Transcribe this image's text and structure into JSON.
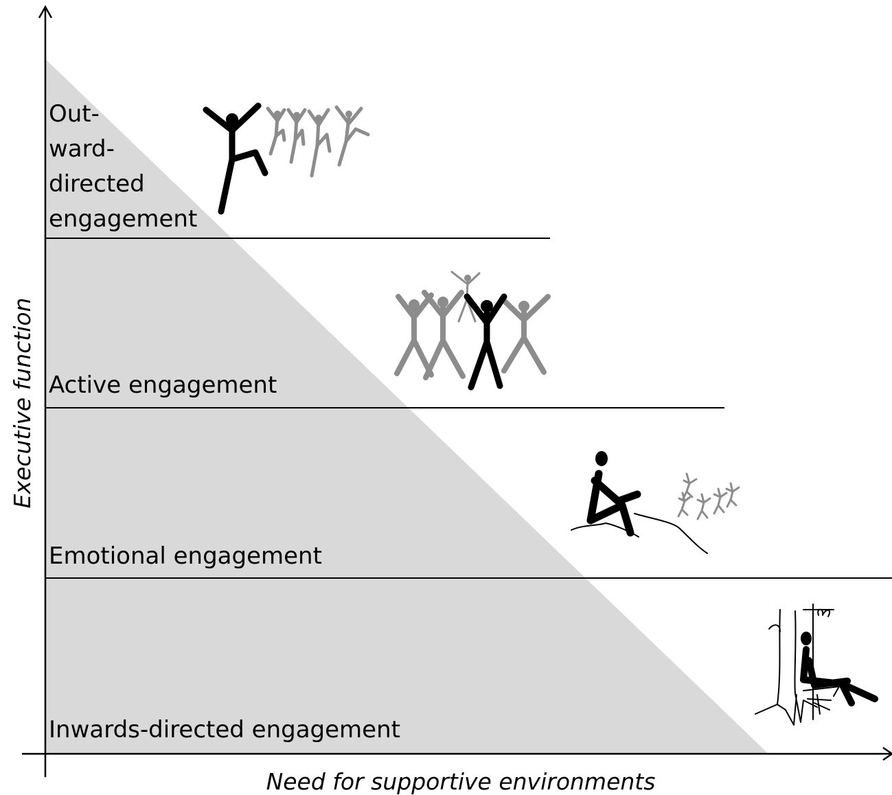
{
  "axes": {
    "y_label": "Executive function",
    "x_label": "Need for supportive environments"
  },
  "levels": [
    {
      "label_lines": [
        "Out-",
        "ward-",
        "directed",
        "engagement"
      ]
    },
    {
      "label_lines": [
        "Active engagement"
      ]
    },
    {
      "label_lines": [
        "Emotional engagement"
      ]
    },
    {
      "label_lines": [
        "Inwards-directed engagement"
      ]
    }
  ],
  "colors": {
    "shaded_triangle": "#d9d9d9",
    "primary_figure": "#000000",
    "group_figures": "#8c8c8c"
  },
  "illustrations": [
    "jumping-figure-with-crowd-icon",
    "group-of-cheering-figures-icon",
    "seated-figure-watching-group-icon",
    "figure-resting-by-tree-icon"
  ]
}
